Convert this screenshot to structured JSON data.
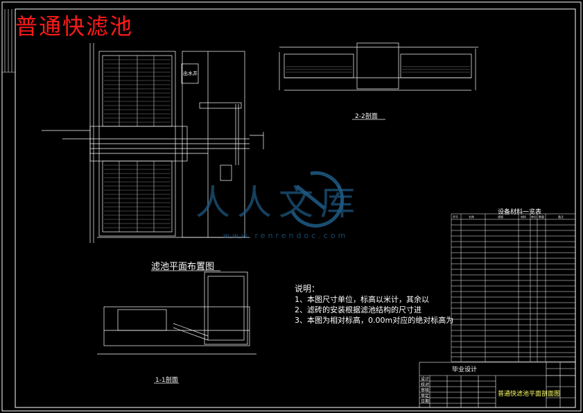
{
  "title": "普通快滤池",
  "views": {
    "plan_label": "滤池平面布置图",
    "section_1": "1-1剖面",
    "section_2": "2-2剖面",
    "pump_room": "出水井"
  },
  "notes": {
    "heading": "说明：",
    "items": [
      "1、本图尺寸单位，标高以米计，其余以",
      "2、滤砖的安装根据滤池结构的尺寸进",
      "3、本图为相对标高，0.00m对应的绝对标高为"
    ]
  },
  "bom": {
    "title": "设备材料一览表",
    "headers": [
      "序号",
      "名称",
      "规格",
      "材料",
      "单位",
      "数量",
      "备注"
    ]
  },
  "title_block": {
    "project": "毕业设计",
    "drawing_name": "普通快滤池平面剖面图",
    "labels": [
      "设计",
      "校对",
      "审核",
      "审定",
      "日期"
    ]
  },
  "watermark": {
    "text": "人人文库",
    "url": "www.renrendoc.com"
  },
  "colors": {
    "title": "#ff1a1a",
    "lines": "#ffffff",
    "accent": "#ffff66",
    "watermark": "#1f5c86"
  }
}
